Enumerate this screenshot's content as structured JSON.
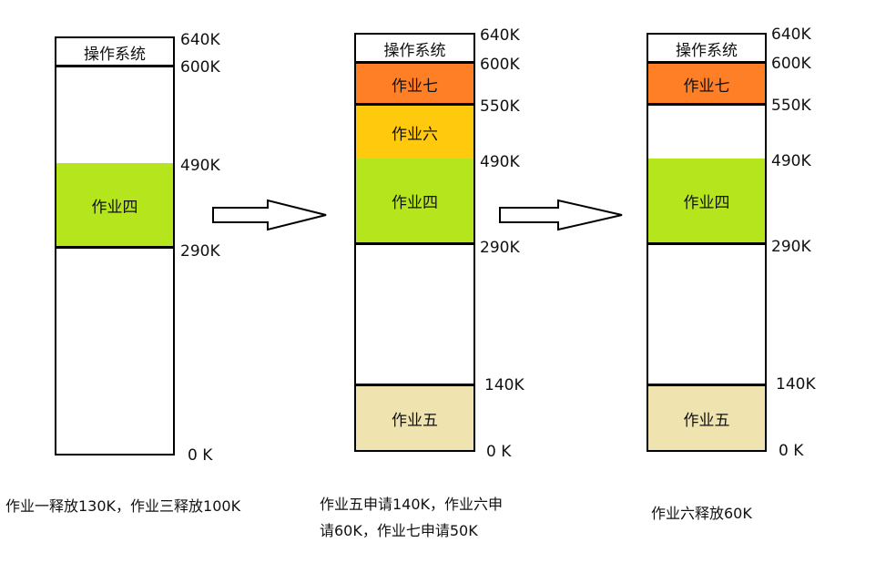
{
  "diagrams": [
    {
      "blocks": [
        {
          "label": "操作系统",
          "top_k": 640,
          "bottom_k": 600,
          "color": "#ffffff"
        },
        {
          "label": "",
          "top_k": 600,
          "bottom_k": 490,
          "color": "#ffffff"
        },
        {
          "label": "作业四",
          "top_k": 490,
          "bottom_k": 290,
          "color": "#b5e61d"
        },
        {
          "label": "",
          "top_k": 290,
          "bottom_k": 0,
          "color": "#ffffff"
        }
      ],
      "addresses": [
        "640K",
        "600K",
        "490K",
        "290K",
        "0 K"
      ],
      "caption": "作业一释放130K，作业三释放100K"
    },
    {
      "blocks": [
        {
          "label": "操作系统",
          "top_k": 640,
          "bottom_k": 600,
          "color": "#ffffff"
        },
        {
          "label": "作业七",
          "top_k": 600,
          "bottom_k": 550,
          "color": "#ff7f27"
        },
        {
          "label": "作业六",
          "top_k": 550,
          "bottom_k": 490,
          "color": "#ffc90e"
        },
        {
          "label": "作业四",
          "top_k": 490,
          "bottom_k": 290,
          "color": "#b5e61d"
        },
        {
          "label": "",
          "top_k": 290,
          "bottom_k": 140,
          "color": "#ffffff"
        },
        {
          "label": "作业五",
          "top_k": 140,
          "bottom_k": 0,
          "color": "#efe4b0"
        }
      ],
      "addresses": [
        "640K",
        "600K",
        "550K",
        "490K",
        "290K",
        "140K",
        "0 K"
      ],
      "caption_lines": [
        "作业五申请140K，作业六申",
        "请60K，作业七申请50K"
      ]
    },
    {
      "blocks": [
        {
          "label": "操作系统",
          "top_k": 640,
          "bottom_k": 600,
          "color": "#ffffff"
        },
        {
          "label": "作业七",
          "top_k": 600,
          "bottom_k": 550,
          "color": "#ff7f27"
        },
        {
          "label": "",
          "top_k": 550,
          "bottom_k": 490,
          "color": "#ffffff"
        },
        {
          "label": "作业四",
          "top_k": 490,
          "bottom_k": 290,
          "color": "#b5e61d"
        },
        {
          "label": "",
          "top_k": 290,
          "bottom_k": 140,
          "color": "#ffffff"
        },
        {
          "label": "作业五",
          "top_k": 140,
          "bottom_k": 0,
          "color": "#efe4b0"
        }
      ],
      "addresses": [
        "640K",
        "600K",
        "550K",
        "490K",
        "290K",
        "140K",
        "0 K"
      ],
      "caption": "作业六释放60K"
    }
  ]
}
